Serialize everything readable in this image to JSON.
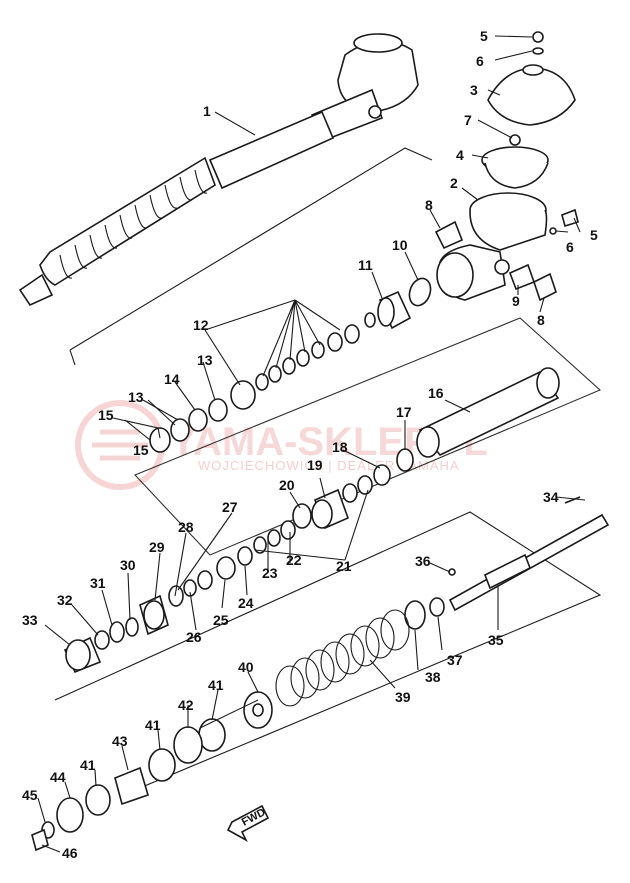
{
  "watermark": {
    "main": "YAMA-SKLEP.PL",
    "sub": "WOJCIECHOWICZ | DEALER YAMAHA"
  },
  "direction_label": "FWD",
  "colors": {
    "ink": "#1a1a1a",
    "watermark": "#f2b9b9"
  },
  "callouts": [
    "1",
    "2",
    "3",
    "4",
    "5",
    "5",
    "6",
    "6",
    "7",
    "8",
    "8",
    "9",
    "10",
    "11",
    "12",
    "13",
    "13",
    "14",
    "15",
    "15",
    "16",
    "17",
    "18",
    "19",
    "20",
    "21",
    "22",
    "23",
    "24",
    "25",
    "26",
    "27",
    "28",
    "29",
    "30",
    "31",
    "32",
    "33",
    "34",
    "35",
    "36",
    "37",
    "38",
    "39",
    "40",
    "41",
    "41",
    "41",
    "42",
    "43",
    "44",
    "45",
    "46"
  ]
}
